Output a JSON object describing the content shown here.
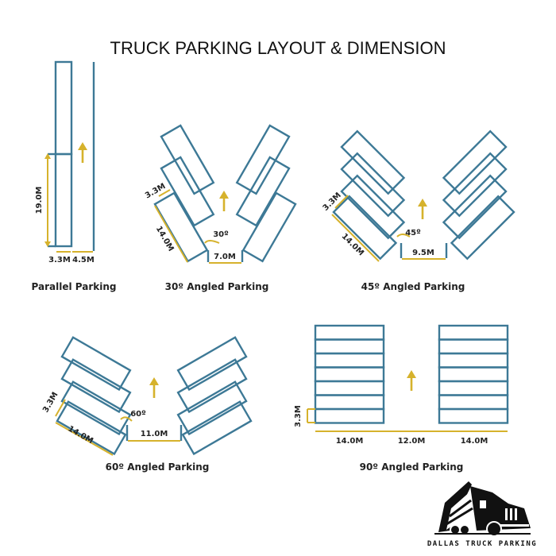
{
  "title": "TRUCK PARKING LAYOUT & DIMENSION",
  "colors": {
    "stall": "#3d7996",
    "dimension": "#d6b22c",
    "text": "#222222"
  },
  "sections": {
    "parallel": {
      "caption": "Parallel Parking",
      "length": "19.0M",
      "stall_width": "3.3M",
      "aisle": "4.5M"
    },
    "angle30": {
      "caption": "30º Angled Parking",
      "stall_width": "3.3M",
      "length": "14.0M",
      "angle": "30º",
      "aisle": "7.0M"
    },
    "angle45": {
      "caption": "45º Angled Parking",
      "stall_width": "3.3M",
      "length": "14.0M",
      "angle": "45º",
      "aisle": "9.5M"
    },
    "angle60": {
      "caption": "60º Angled Parking",
      "stall_width": "3.3M",
      "length": "14.0M",
      "angle": "60º",
      "aisle": "11.0M"
    },
    "angle90": {
      "caption": "90º Angled Parking",
      "stall_width": "3.3M",
      "length_left": "14.0M",
      "aisle": "12.0M",
      "length_right": "14.0M"
    }
  },
  "logo": {
    "text": "DALLAS TRUCK PARKING"
  }
}
